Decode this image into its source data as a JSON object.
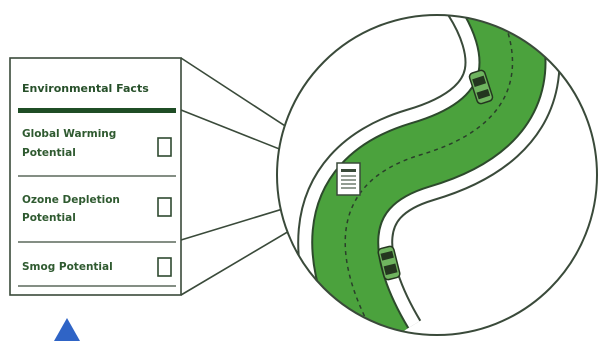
{
  "facts_panel": {
    "title": "Environmental Facts",
    "items": [
      {
        "line1": "Global Warming",
        "line2": "Potential"
      },
      {
        "line1": "Ozone Depletion",
        "line2": "Potential"
      },
      {
        "line1": "Smog Potential",
        "line2": ""
      }
    ]
  },
  "colors": {
    "road": "#4ba23d",
    "line": "#3a4a3a",
    "title_text": "#27502a",
    "item_text": "#2f5a30",
    "cursor": "#2f64c6"
  },
  "icons": {
    "document": "document-icon",
    "car_top": "car-icon",
    "car_bottom": "car-icon",
    "cursor": "triangle-cursor-icon"
  }
}
